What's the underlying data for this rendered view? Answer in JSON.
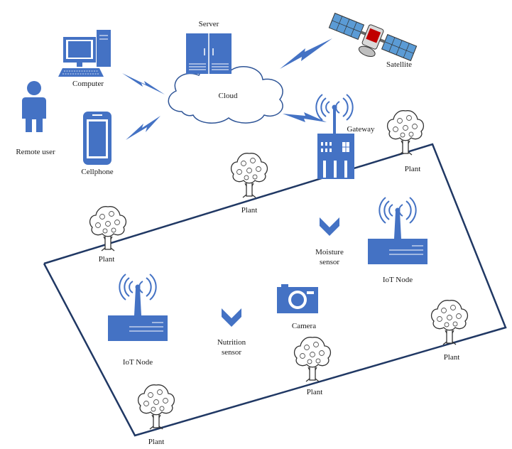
{
  "labels": {
    "server": "Server",
    "satellite": "Satellite",
    "computer": "Computer",
    "cloud": "Cloud",
    "remote_user": "Remote user",
    "cellphone": "Cellphone",
    "gateway": "Gateway",
    "plant_top_right": "Plant",
    "plant_mid": "Plant",
    "plant_left": "Plant",
    "plant_right": "Plant",
    "plant_bottom_mid": "Plant",
    "plant_bottom_left": "Plant",
    "moisture_sensor": "Moisture\nsensor",
    "nutrition_sensor": "Nutrition\nsensor",
    "iot_node_right": "IoT Node",
    "iot_node_left": "IoT Node",
    "camera": "Camera"
  },
  "colors": {
    "device_blue": "#4472C4",
    "dark_blue": "#2F5597",
    "field_line": "#203864",
    "satellite_panel": "#5B9BD5",
    "signal": "#4472C4"
  },
  "icons": [
    "computer-icon",
    "server-icon",
    "satellite-icon",
    "cloud-icon",
    "person-icon",
    "cellphone-icon",
    "gateway-icon",
    "tree-icon",
    "sensor-icon",
    "iot-node-icon",
    "camera-icon",
    "lightning-link-icon"
  ]
}
